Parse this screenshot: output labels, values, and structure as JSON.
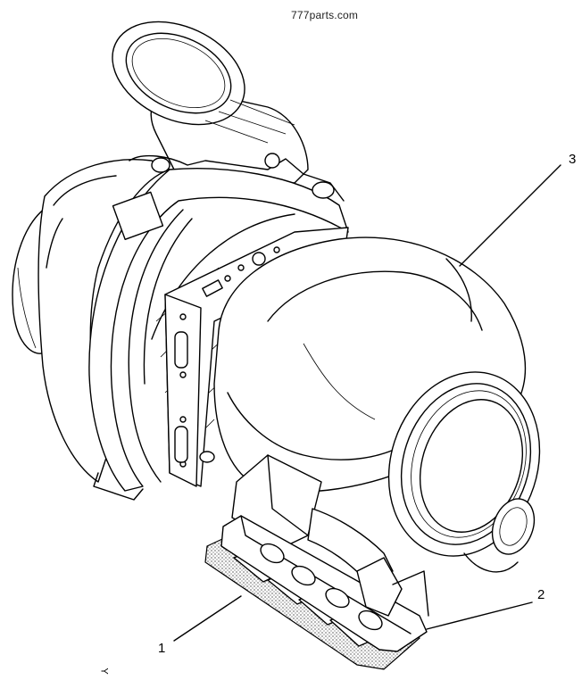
{
  "watermark": "777parts.com",
  "callouts": [
    {
      "label": "1"
    },
    {
      "label": "2"
    },
    {
      "label": "3"
    }
  ],
  "corner_mark": "Y"
}
